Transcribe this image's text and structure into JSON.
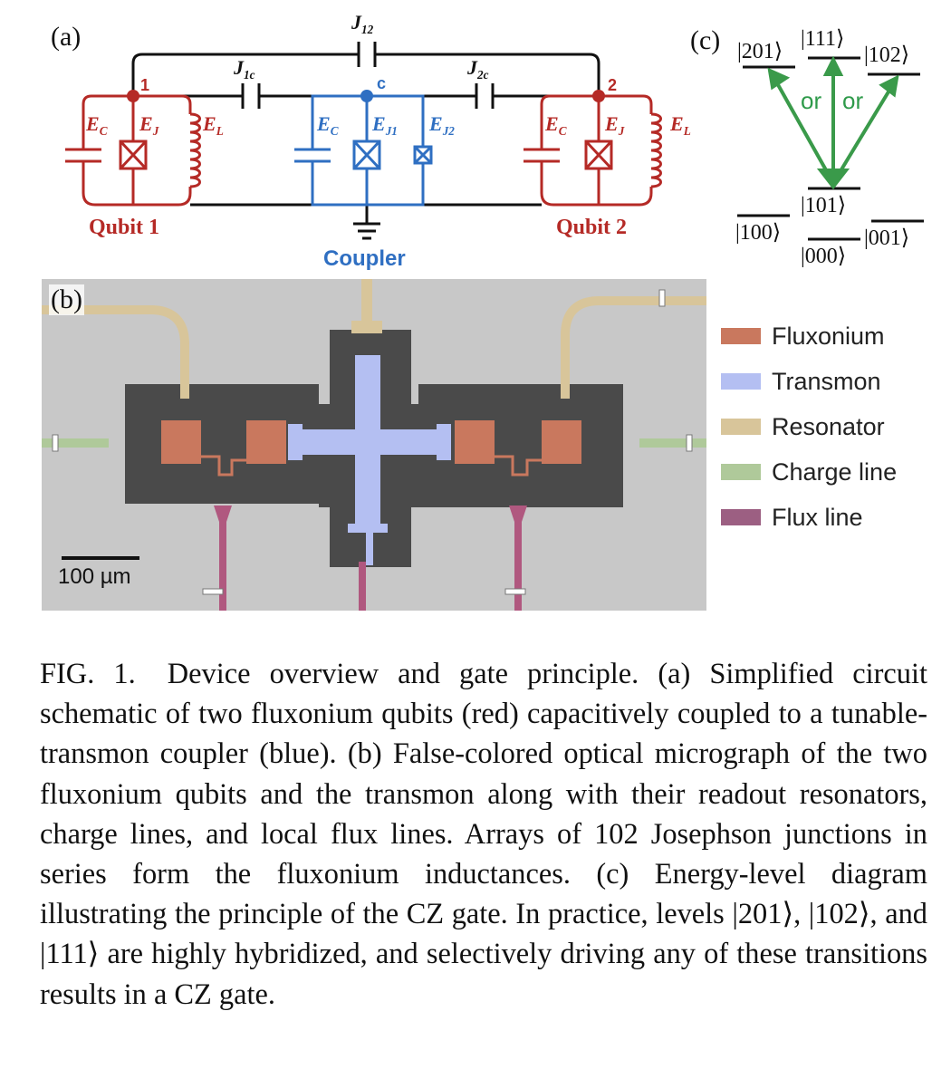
{
  "panels": {
    "a": "(a)",
    "b": "(b)",
    "c": "(c)"
  },
  "schematic": {
    "J12": "J",
    "J12_sub": "12",
    "J1c": "J",
    "J1c_sub": "1c",
    "J2c": "J",
    "J2c_sub": "2c",
    "node1": "1",
    "node2": "2",
    "nodec": "c",
    "EC_left": "E",
    "EC_left_sub": "C",
    "EJ_left": "E",
    "EJ_left_sub": "J",
    "EL_left": "E",
    "EL_left_sub": "L",
    "EC_coupler": "E",
    "EC_coupler_sub": "C",
    "EJ1": "E",
    "EJ1_sub": "J1",
    "EJ2": "E",
    "EJ2_sub": "J2",
    "EC_right": "E",
    "EC_right_sub": "C",
    "EJ_right": "E",
    "EJ_right_sub": "J",
    "EL_right": "E",
    "EL_right_sub": "L",
    "qubit1": "Qubit 1",
    "qubit2": "Qubit 2",
    "coupler": "Coupler",
    "colors": {
      "qubit": "#b52a26",
      "coupler": "#2f6fc2",
      "wire": "#111111"
    }
  },
  "micrograph": {
    "scale_bar": "100 µm"
  },
  "legend": [
    {
      "label": "Fluxonium",
      "color": "#c9785e"
    },
    {
      "label": "Transmon",
      "color": "#b4bff2"
    },
    {
      "label": "Resonator",
      "color": "#d8c59a"
    },
    {
      "label": "Charge line",
      "color": "#afc99a"
    },
    {
      "label": "Flux line",
      "color": "#9c5f82"
    }
  ],
  "levels": {
    "k201": "|201⟩",
    "k111": "|111⟩",
    "k102": "|102⟩",
    "k101": "|101⟩",
    "k100": "|100⟩",
    "k000": "|000⟩",
    "k001": "|001⟩",
    "or1": "or",
    "or2": "or",
    "arrow_color": "#3a9a4a"
  },
  "caption": {
    "label": "FIG. 1.",
    "text": "Device overview and gate principle. (a) Simplified circuit schematic of two fluxonium qubits (red) capacitively coupled to a tunable-transmon coupler (blue). (b) False-colored optical micrograph of the two fluxonium qubits and the transmon along with their readout resonators, charge lines, and local flux lines. Arrays of 102 Josephson junctions in series form the fluxonium inductances. (c) Energy-level diagram illustrating the principle of the CZ gate. In practice, levels |201⟩, |102⟩, and |111⟩ are highly hybridized, and selectively driving any of these transitions results in a CZ gate."
  }
}
